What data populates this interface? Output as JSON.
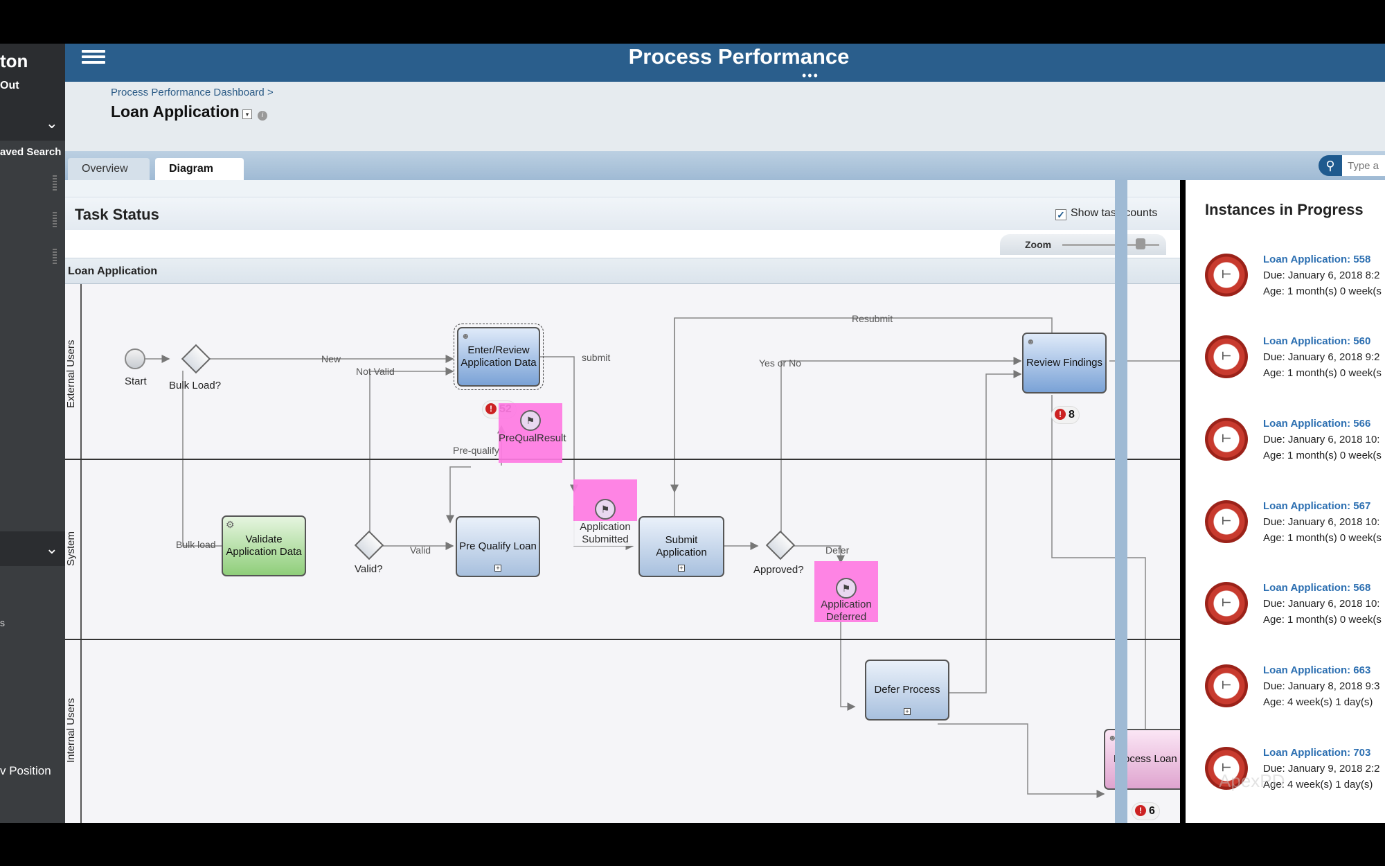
{
  "sidebar": {
    "user_name": "ton",
    "logout": "Out",
    "saved_search": "aved Search",
    "s_item": "s",
    "view_position": "v Position"
  },
  "header": {
    "title": "Process Performance",
    "dots": "•••"
  },
  "breadcrumb": {
    "parent": "Process Performance Dashboard >",
    "title": "Loan Application"
  },
  "tabs": [
    "Overview",
    "Diagram"
  ],
  "search": {
    "placeholder": "Type a"
  },
  "task_status": {
    "title": "Task Status",
    "show_task_counts": "Show task counts",
    "show_task_counts_checked": true,
    "zoom_label": "Zoom",
    "diagram_title": "Loan Application"
  },
  "diagram": {
    "lanes": [
      "External Users",
      "System",
      "Internal Users"
    ],
    "nodes": {
      "start": "Start",
      "bulk_load": "Bulk Load?",
      "enter_review": "Enter/Review Application Data",
      "review_findings": "Review Findings",
      "validate": "Validate Application Data",
      "valid": "Valid?",
      "prequalify_loan": "Pre Qualify Loan",
      "submit_application": "Submit Application",
      "approved": "Approved?",
      "defer_process": "Defer Process",
      "process_loan": "Process Loan",
      "prequal_result": "PreQualResult",
      "application_submitted": "Application Submitted",
      "application_deferred": "Application Deferred"
    },
    "edges": {
      "new": "New",
      "not_valid": "Not Valid",
      "submit": "submit",
      "resubmit": "Resubmit",
      "yes_or_no": "Yes or No",
      "pre_qualify": "Pre-qualify",
      "bulk_load": "Bulk load",
      "valid": "Valid",
      "defer": "Defer"
    },
    "badges": {
      "enter_review": "52",
      "review_findings": "8",
      "process_loan": "6"
    },
    "badge_icon": "!"
  },
  "instances": {
    "title": "Instances in Progress",
    "items": [
      {
        "link": "Loan Application: 558",
        "due": "Due: January 6, 2018 8:2",
        "age": "Age: 1 month(s) 0 week(s"
      },
      {
        "link": "Loan Application: 560",
        "due": "Due: January 6, 2018 9:2",
        "age": "Age: 1 month(s) 0 week(s"
      },
      {
        "link": "Loan Application: 566",
        "due": "Due: January 6, 2018 10:",
        "age": "Age: 1 month(s) 0 week(s"
      },
      {
        "link": "Loan Application: 567",
        "due": "Due: January 6, 2018 10:",
        "age": "Age: 1 month(s) 0 week(s"
      },
      {
        "link": "Loan Application: 568",
        "due": "Due: January 6, 2018 10:",
        "age": "Age: 1 month(s) 0 week(s"
      },
      {
        "link": "Loan Application: 663",
        "due": "Due: January 8, 2018 9:3",
        "age": "Age: 4 week(s) 1 day(s)"
      },
      {
        "link": "Loan Application: 703",
        "due": "Due: January 9, 2018 2:2",
        "age": "Age: 4 week(s) 1 day(s)"
      }
    ]
  },
  "watermark": "ApexPD",
  "colors": {
    "header": "#2a5e8c",
    "event": "#ff7be3",
    "link": "#2c6fb1",
    "badge_alert": "#cc2222"
  }
}
